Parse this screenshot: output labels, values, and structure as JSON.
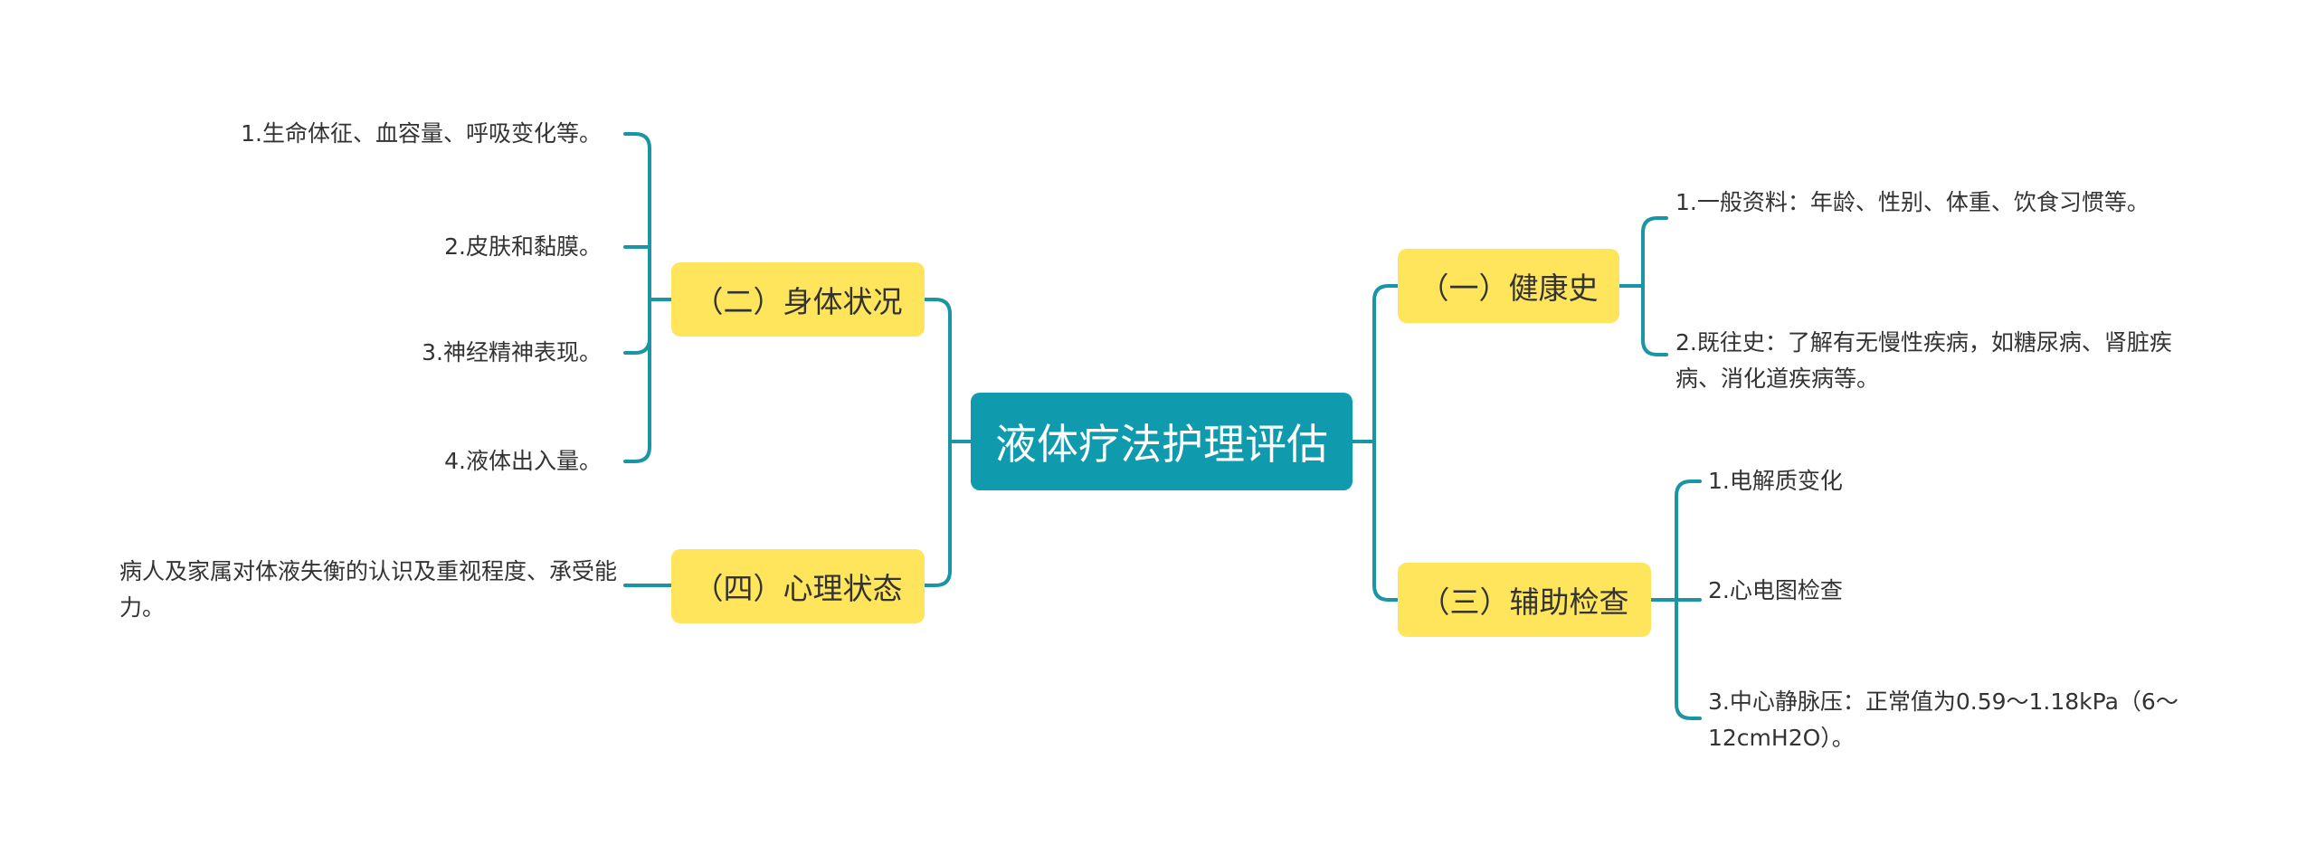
{
  "root": {
    "label": "液体疗法护理评估"
  },
  "colors": {
    "connector": "#1a95a6",
    "root_fill": "#0f9aad",
    "branch_fill": "#ffe55c"
  },
  "branches": {
    "health_history": {
      "label": "（一）健康史",
      "items": [
        "1.一般资料：年龄、性别、体重、饮食习惯等。",
        "2.既往史：了解有无慢性疾病，如糖尿病、肾脏疾病、消化道疾病等。"
      ]
    },
    "physical_status": {
      "label": "（二）身体状况",
      "items": [
        "1.生命体征、血容量、呼吸变化等。",
        "2.皮肤和黏膜。",
        "3.神经精神表现。",
        "4.液体出入量。"
      ]
    },
    "auxiliary_exam": {
      "label": "（三）辅助检查",
      "items": [
        "1.电解质变化",
        "2.心电图检查",
        "3.中心静脉压：正常值为0.59～1.18kPa（6～12cmH2O）。"
      ]
    },
    "psychological_status": {
      "label": "（四）心理状态",
      "items": [
        "病人及家属对体液失衡的认识及重视程度、承受能力。"
      ]
    }
  }
}
